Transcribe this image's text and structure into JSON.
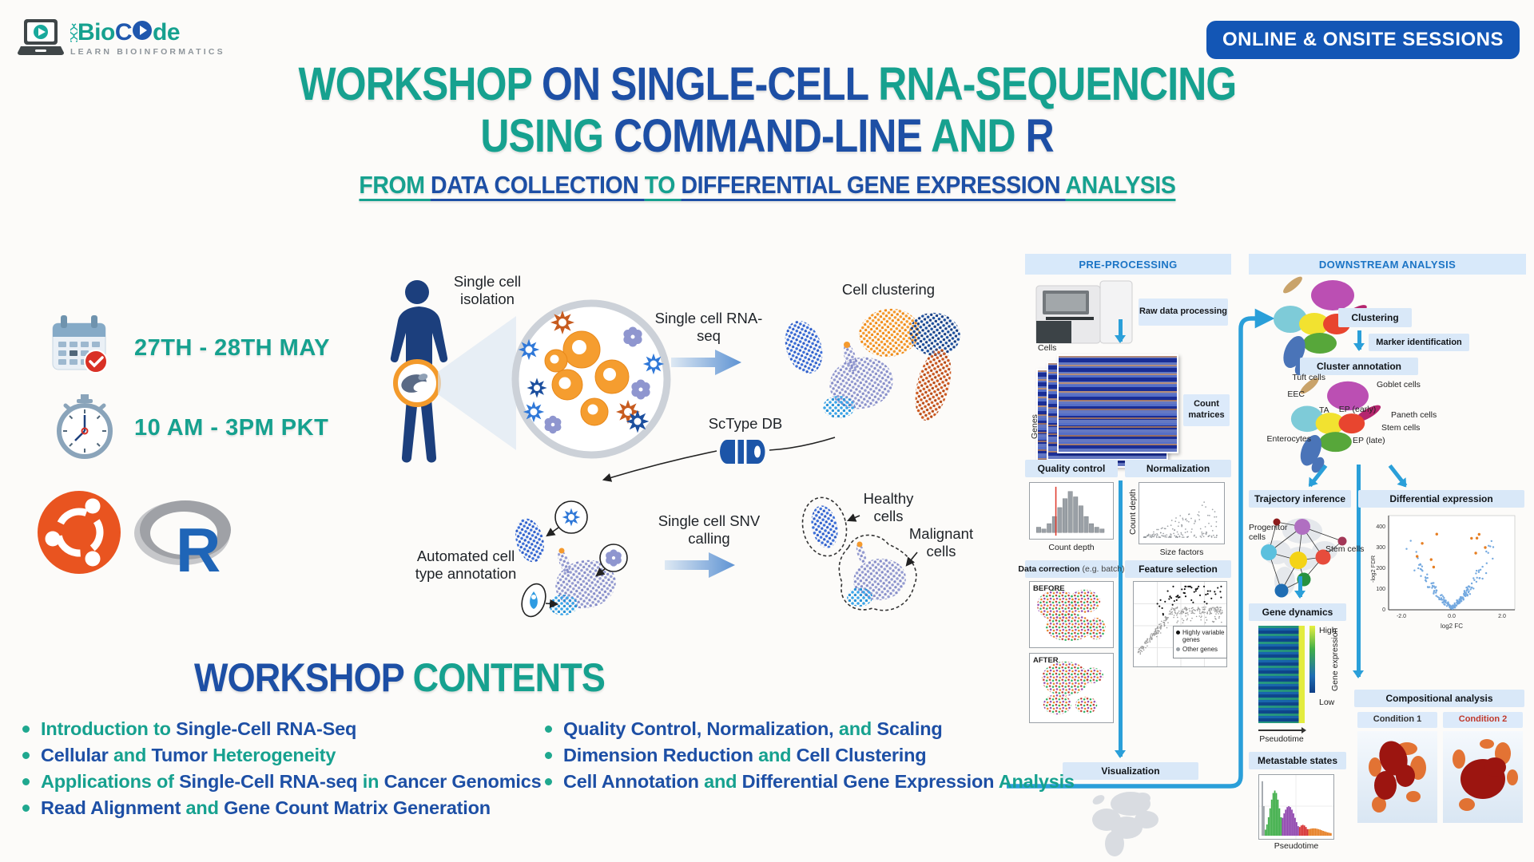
{
  "colors": {
    "teal": "#16a18f",
    "blue": "#1d4fa5",
    "badge_blue": "#1356b5",
    "arrow_blue": "#2a9fd9",
    "panel_header_blue": "#1b74c5",
    "ubuntu_orange": "#e95420",
    "r_blue": "#1f65b7"
  },
  "brand": {
    "wordmark_bio": "Bio",
    "wordmark_c": "C",
    "wordmark_de": "de",
    "tagline": "LEARN BIOINFORMATICS"
  },
  "badge": {
    "label": "ONLINE & ONSITE SESSIONS"
  },
  "title": {
    "line1": [
      {
        "text": "WORKSHOP ",
        "color": "teal"
      },
      {
        "text": "ON SINGLE-CELL ",
        "color": "blue"
      },
      {
        "text": "RNA-SEQUENCING",
        "color": "teal"
      }
    ],
    "line2": [
      {
        "text": "USING ",
        "color": "teal"
      },
      {
        "text": "COMMAND-LINE ",
        "color": "blue"
      },
      {
        "text": "AND ",
        "color": "teal"
      },
      {
        "text": "R",
        "color": "blue"
      }
    ],
    "subtitle": [
      {
        "text": "FROM ",
        "color": "teal"
      },
      {
        "text": "DATA COLLECTION ",
        "color": "blue"
      },
      {
        "text": "TO ",
        "color": "teal"
      },
      {
        "text": "DIFFERENTIAL GENE EXPRESSION ",
        "color": "blue"
      },
      {
        "text": "ANALYSIS",
        "color": "teal"
      }
    ]
  },
  "schedule": {
    "date": "27TH - 28TH MAY",
    "time": "10 AM - 3PM PKT"
  },
  "tools": {
    "r_letter": "R"
  },
  "pipeline": {
    "isolation": "Single cell isolation",
    "rna_seq": "Single cell RNA-seq",
    "clustering": "Cell clustering",
    "sctype_db": "ScType DB",
    "annotation": "Automated cell type annotation",
    "snv": "Single cell SNV calling",
    "healthy": "Healthy cells",
    "malignant": "Malignant cells"
  },
  "preprocessing": {
    "header": "PRE-PROCESSING",
    "raw": "Raw data processing",
    "cells": "Cells",
    "genes": "Genes",
    "count_matrices": "Count matrices",
    "quality_control": {
      "title": "Quality control",
      "xlabel": "Count depth"
    },
    "normalization": {
      "title": "Normalization",
      "ylabel": "Count depth",
      "xlabel": "Size factors"
    },
    "data_correction": {
      "title": "Data correction",
      "suffix": "(e.g. batch)",
      "before": "BEFORE",
      "after": "AFTER"
    },
    "feature_selection": {
      "title": "Feature selection",
      "legend_highly": "Highly variable genes",
      "legend_other": "Other genes"
    },
    "visualization": "Visualization"
  },
  "downstream": {
    "header": "DOWNSTREAM ANALYSIS",
    "clustering": "Clustering",
    "marker": "Marker identification",
    "annotation": "Cluster annotation",
    "cell_types": [
      "Tuft cells",
      "Goblet cells",
      "EEC",
      "TA",
      "EP (early)",
      "Paneth cells",
      "Stem cells",
      "Enterocytes",
      "EP (late)"
    ],
    "trajectory": {
      "title": "Trajectory inference",
      "progenitor": "Progenitor cells",
      "stem": "Stem cells"
    },
    "diff_expr": {
      "title": "Differential expression",
      "ylabel": "-log2 FDR",
      "xlabel": "log2 FC",
      "yticks": [
        "400",
        "300",
        "200",
        "100",
        "0"
      ],
      "xticks": [
        "-2.0",
        "0.0",
        "2.0"
      ]
    },
    "gene_dynamics": {
      "title": "Gene dynamics",
      "high": "High",
      "low": "Low",
      "ylabel": "Gene expression",
      "xlabel": "Pseudotime"
    },
    "metastable": {
      "title": "Metastable states",
      "xlabel": "Pseudotime"
    },
    "compositional": {
      "title": "Compositional analysis",
      "condition1": "Condition 1",
      "condition2": "Condition 2"
    }
  },
  "contents": {
    "heading": [
      {
        "text": "WORKSHOP ",
        "color": "blue"
      },
      {
        "text": "CONTENTS",
        "color": "teal"
      }
    ],
    "left": [
      {
        "segments": [
          {
            "text": "Introduction to ",
            "color": "teal"
          },
          {
            "text": "Single-Cell RNA-Seq",
            "color": "blue"
          }
        ]
      },
      {
        "segments": [
          {
            "text": "Cellular ",
            "color": "blue"
          },
          {
            "text": "and ",
            "color": "teal"
          },
          {
            "text": "Tumor ",
            "color": "blue"
          },
          {
            "text": "Heterogeneity",
            "color": "teal"
          }
        ]
      },
      {
        "segments": [
          {
            "text": "Applications of ",
            "color": "teal"
          },
          {
            "text": "Single-Cell RNA-seq ",
            "color": "blue"
          },
          {
            "text": "in ",
            "color": "teal"
          },
          {
            "text": "Cancer Genomics",
            "color": "blue"
          }
        ]
      },
      {
        "segments": [
          {
            "text": "Read Alignment ",
            "color": "blue"
          },
          {
            "text": "and ",
            "color": "teal"
          },
          {
            "text": "Gene Count Matrix Generation",
            "color": "blue"
          }
        ]
      }
    ],
    "right": [
      {
        "segments": [
          {
            "text": "Quality Control, ",
            "color": "blue"
          },
          {
            "text": "Normalization, ",
            "color": "blue"
          },
          {
            "text": "and ",
            "color": "teal"
          },
          {
            "text": "Scaling",
            "color": "blue"
          }
        ]
      },
      {
        "segments": [
          {
            "text": "Dimension Reduction ",
            "color": "blue"
          },
          {
            "text": "and ",
            "color": "teal"
          },
          {
            "text": "Cell Clustering",
            "color": "blue"
          }
        ]
      },
      {
        "segments": [
          {
            "text": "Cell Annotation ",
            "color": "blue"
          },
          {
            "text": "and ",
            "color": "teal"
          },
          {
            "text": "Differential Gene Expression ",
            "color": "blue"
          },
          {
            "text": "Analysis",
            "color": "teal"
          }
        ]
      }
    ]
  }
}
